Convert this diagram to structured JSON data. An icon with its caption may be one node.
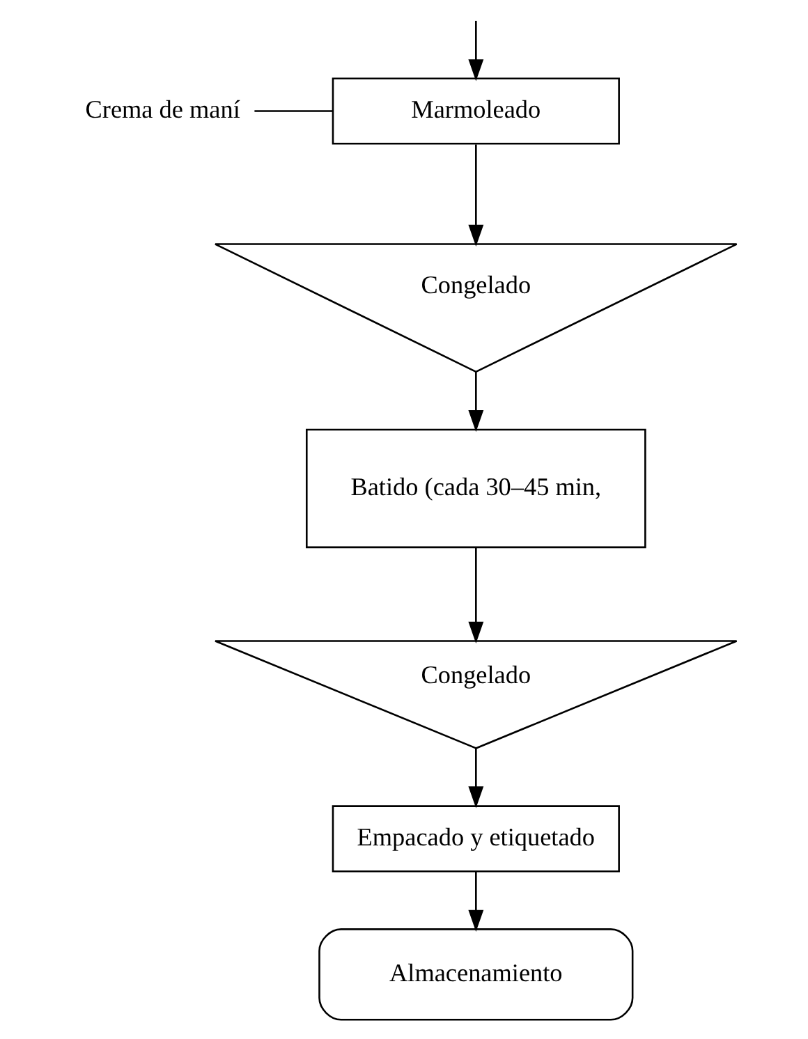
{
  "diagram": {
    "nodes": [
      {
        "text": [
          "Crema de maní"
        ]
      },
      {
        "text": [
          "Marmoleado"
        ]
      },
      {
        "text": [
          "Congelado"
        ]
      },
      {
        "text": [
          "Batido (cada 30–45 min,"
        ]
      },
      {
        "text": [
          "Congelado"
        ]
      },
      {
        "text": [
          "Empacado y etiquetado"
        ]
      },
      {
        "text": [
          "Almacenamiento"
        ]
      }
    ],
    "edges": [
      {
        "from": null,
        "to": 1,
        "arrow": "to"
      },
      {
        "from": 0,
        "to": 1,
        "arrow": "none"
      },
      {
        "from": 1,
        "to": 2,
        "arrow": "to"
      },
      {
        "from": 2,
        "to": 3,
        "arrow": "to"
      },
      {
        "from": 3,
        "to": 4,
        "arrow": "to"
      },
      {
        "from": 4,
        "to": 5,
        "arrow": "to"
      },
      {
        "from": 5,
        "to": 6,
        "arrow": "to"
      }
    ]
  }
}
